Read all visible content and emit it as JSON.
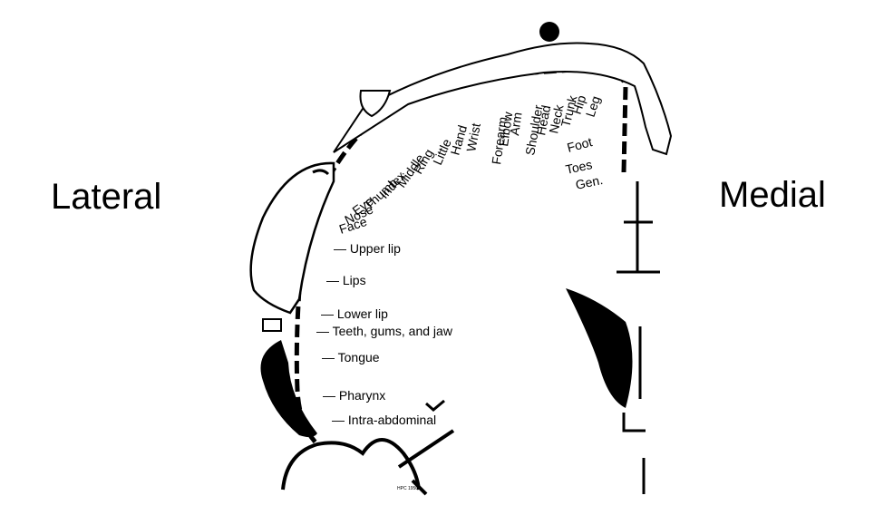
{
  "side_labels": {
    "lateral": "Lateral",
    "medial": "Medial"
  },
  "regions": [
    "Gen.",
    "Toes",
    "Foot",
    "Leg",
    "Hip",
    "Trunk",
    "Neck",
    "Head",
    "Shoulder",
    "Arm",
    "Elbow",
    "Forearm",
    "Wrist",
    "Hand",
    "Little",
    "Ring",
    "Middle",
    "Index",
    "Thumb",
    "Eye",
    "Nose",
    "Face",
    "Upper lip",
    "Lips",
    "Lower lip",
    "Teeth, gums, and jaw",
    "Tongue",
    "Pharynx",
    "Intra-abdominal"
  ],
  "artist_mark": "HPC 1950",
  "colors": {
    "ink": "#000000",
    "background": "#ffffff"
  }
}
